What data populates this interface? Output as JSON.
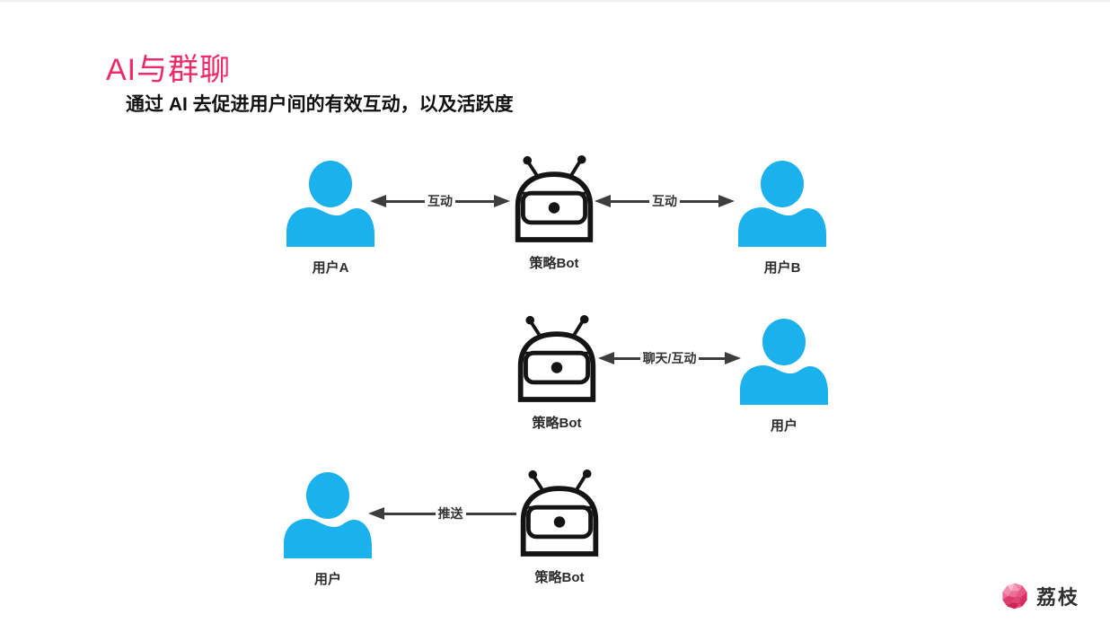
{
  "slide": {
    "title": "AI与群聊",
    "subtitle": "通过 AI 去促进用户间的有效互动，以及活跃度"
  },
  "diagram": {
    "row1": {
      "user_a_label": "用户A",
      "bot_label": "策略Bot",
      "user_b_label": "用户B",
      "arrow_left_label": "互动",
      "arrow_right_label": "互动",
      "arrow_left_direction": "both",
      "arrow_right_direction": "both"
    },
    "row2": {
      "bot_label": "策略Bot",
      "user_label": "用户",
      "arrow_label": "聊天/互动",
      "arrow_direction": "both"
    },
    "row3": {
      "user_label": "用户",
      "bot_label": "策略Bot",
      "arrow_label": "推送",
      "arrow_direction": "left"
    }
  },
  "logo": {
    "text": "荔枝",
    "icon": "lychee-ball-icon"
  },
  "colors": {
    "title_pink": "#EE2A68",
    "person_blue": "#1AB1ED",
    "arrow_gray": "#3D3D3D",
    "robot_outline": "#141414",
    "logo_pink": "#E8437A"
  }
}
